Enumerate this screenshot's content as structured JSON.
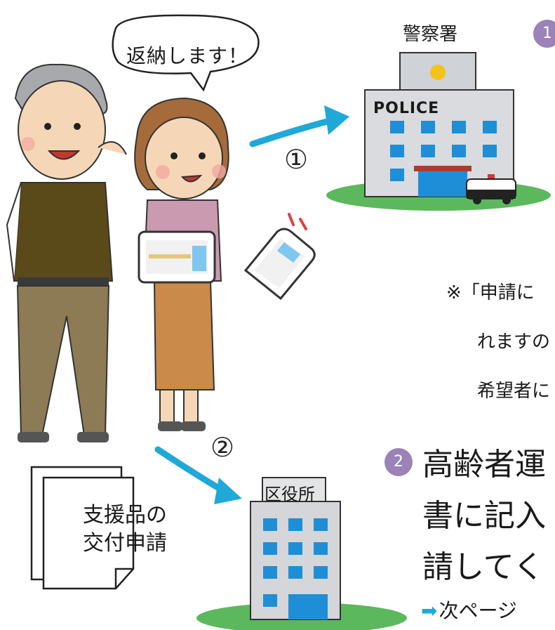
{
  "speech": "返納します！",
  "police": {
    "label": "警察署",
    "sign": "POLICE"
  },
  "ward_office": {
    "label": "区役所"
  },
  "steps": {
    "one": "①",
    "two": "②"
  },
  "document": {
    "line1": "支援品の",
    "line2": "交付申請"
  },
  "note": {
    "line1": "※「申請に",
    "line2": "れますの",
    "line3": "希望者に"
  },
  "step2": {
    "badge": "2",
    "line1": "高齢者運",
    "line2": "書に記入",
    "line3": "請してく"
  },
  "step1_badge": "1",
  "next_page": {
    "arrow": "➡",
    "text": "次ページ"
  },
  "colors": {
    "arrow": "#1fa8d8",
    "badge": "#9b82b8",
    "grass": "#5cb85c",
    "building": "#cfd2d6",
    "window": "#1e8fd6"
  }
}
